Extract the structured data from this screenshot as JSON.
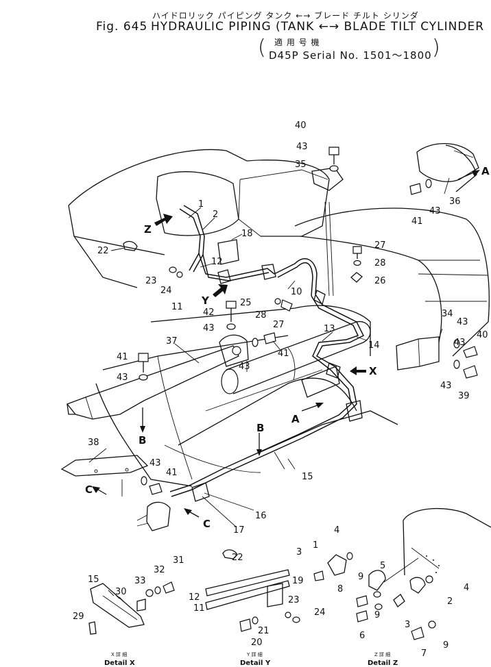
{
  "header": {
    "japanese_title": "ハイドロリック パイピング タンク ←→ ブレード チルト シリンダ",
    "figure_label": "Fig. 645",
    "title": "HYDRAULIC PIPING (TANK ←→ BLADE TILT CYLINDER",
    "applicability_jp": "適 用 号 機",
    "serial_open": "(",
    "serial_text": "D45P Serial No. 1501～1800",
    "serial_close": ")"
  },
  "callouts": [
    {
      "id": "c40a",
      "label": "40"
    },
    {
      "id": "c43a",
      "label": "43"
    },
    {
      "id": "c35",
      "label": "35"
    },
    {
      "id": "c1a",
      "label": "1"
    },
    {
      "id": "c2a",
      "label": "2"
    },
    {
      "id": "c18",
      "label": "18"
    },
    {
      "id": "c22a",
      "label": "22"
    },
    {
      "id": "c12a",
      "label": "12"
    },
    {
      "id": "c23a",
      "label": "23"
    },
    {
      "id": "c24a",
      "label": "24"
    },
    {
      "id": "c11a",
      "label": "11"
    },
    {
      "id": "c27a",
      "label": "27"
    },
    {
      "id": "c28a",
      "label": "28"
    },
    {
      "id": "c26",
      "label": "26"
    },
    {
      "id": "c10",
      "label": "10"
    },
    {
      "id": "c25",
      "label": "25"
    },
    {
      "id": "c28b",
      "label": "28"
    },
    {
      "id": "c27b",
      "label": "27"
    },
    {
      "id": "c42",
      "label": "42"
    },
    {
      "id": "c43b",
      "label": "43"
    },
    {
      "id": "c37",
      "label": "37"
    },
    {
      "id": "c41a",
      "label": "41"
    },
    {
      "id": "c43c",
      "label": "43"
    },
    {
      "id": "c41b",
      "label": "41"
    },
    {
      "id": "c43d",
      "label": "43"
    },
    {
      "id": "c13",
      "label": "13"
    },
    {
      "id": "c14",
      "label": "14"
    },
    {
      "id": "c34",
      "label": "34"
    },
    {
      "id": "c43e",
      "label": "43"
    },
    {
      "id": "c40b",
      "label": "40"
    },
    {
      "id": "c43f",
      "label": "43"
    },
    {
      "id": "c43g",
      "label": "43"
    },
    {
      "id": "c39",
      "label": "39"
    },
    {
      "id": "c41c",
      "label": "41"
    },
    {
      "id": "c43h",
      "label": "43"
    },
    {
      "id": "c36",
      "label": "36"
    },
    {
      "id": "c38",
      "label": "38"
    },
    {
      "id": "c43i",
      "label": "43"
    },
    {
      "id": "c41d",
      "label": "41"
    },
    {
      "id": "c15a",
      "label": "15"
    },
    {
      "id": "c16",
      "label": "16"
    },
    {
      "id": "c17",
      "label": "17"
    },
    {
      "id": "c4a",
      "label": "4"
    },
    {
      "id": "c3a",
      "label": "3"
    },
    {
      "id": "c1b",
      "label": "1"
    },
    {
      "id": "c5",
      "label": "5"
    },
    {
      "id": "c9a",
      "label": "9"
    },
    {
      "id": "c8",
      "label": "8"
    },
    {
      "id": "c9b",
      "label": "9"
    },
    {
      "id": "c6",
      "label": "6"
    },
    {
      "id": "c4b",
      "label": "4"
    },
    {
      "id": "c2b",
      "label": "2"
    },
    {
      "id": "c3b",
      "label": "3"
    },
    {
      "id": "c9c",
      "label": "9"
    },
    {
      "id": "c7",
      "label": "7"
    },
    {
      "id": "c22b",
      "label": "22"
    },
    {
      "id": "c19",
      "label": "19"
    },
    {
      "id": "c12b",
      "label": "12"
    },
    {
      "id": "c11b",
      "label": "11"
    },
    {
      "id": "c23b",
      "label": "23"
    },
    {
      "id": "c24b",
      "label": "24"
    },
    {
      "id": "c21",
      "label": "21"
    },
    {
      "id": "c20",
      "label": "20"
    },
    {
      "id": "c31",
      "label": "31"
    },
    {
      "id": "c32",
      "label": "32"
    },
    {
      "id": "c33",
      "label": "33"
    },
    {
      "id": "c30",
      "label": "30"
    },
    {
      "id": "c15b",
      "label": "15"
    },
    {
      "id": "c29",
      "label": "29"
    }
  ],
  "view_letters": [
    {
      "id": "vZ",
      "label": "Z"
    },
    {
      "id": "vY",
      "label": "Y"
    },
    {
      "id": "vX",
      "label": "X"
    },
    {
      "id": "vA1",
      "label": "A"
    },
    {
      "id": "vA2",
      "label": "A"
    },
    {
      "id": "vB1",
      "label": "B"
    },
    {
      "id": "vB2",
      "label": "B"
    },
    {
      "id": "vC1",
      "label": "C"
    },
    {
      "id": "vC2",
      "label": "C"
    }
  ],
  "details": [
    {
      "id": "dX",
      "jp": "X 詳 細",
      "en": "Detail X"
    },
    {
      "id": "dY",
      "jp": "Y 詳 細",
      "en": "Detail Y"
    },
    {
      "id": "dZ",
      "jp": "Z 詳 細",
      "en": "Detail Z"
    }
  ]
}
